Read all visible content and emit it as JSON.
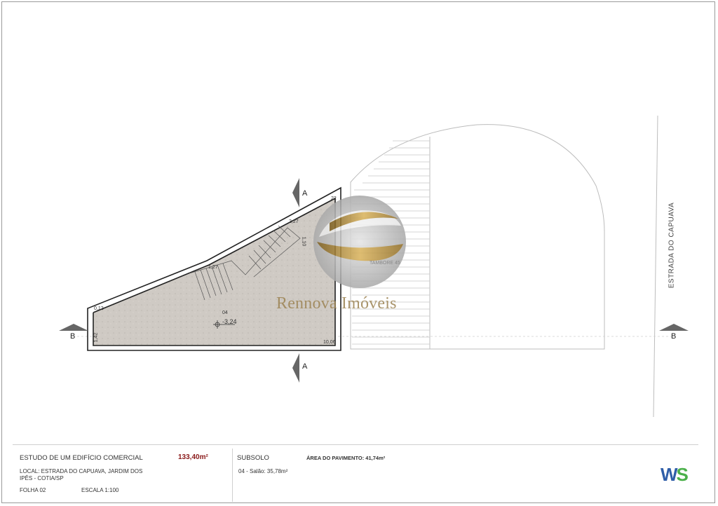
{
  "drawing": {
    "road_label": "ESTRADA DO CAPUAVA",
    "section_a": "A",
    "section_b": "B",
    "room_number": "04",
    "room_level": "-3,24",
    "dimensions": {
      "top_right": "2,27",
      "stair_width": "1,10",
      "stair_left": "1,27",
      "left_wall_top": "0,12",
      "left_wall_side": "1,42",
      "bottom": "10,06",
      "corner_right": "22"
    },
    "watermark": "Rennova Imóveis",
    "watermark_small": "TAMBORE 45"
  },
  "footer": {
    "project_title": "ESTUDO DE UM EDIFÍCIO COMERCIAL",
    "total_area": "133,40m²",
    "location": "LOCAL: ESTRADA DO CAPUAVA, JARDIM DOS",
    "location_2": "IPÊS - COTIA/SP",
    "sheet": "FOLHA 02",
    "scale": "ESCALA 1:100",
    "floor": "SUBSOLO",
    "floor_area": "ÁREA DO PAVIMENTO: 41,74m²",
    "room_item": "04 - Salão: 35,78m²",
    "logo_w": "W",
    "logo_s": "S"
  }
}
